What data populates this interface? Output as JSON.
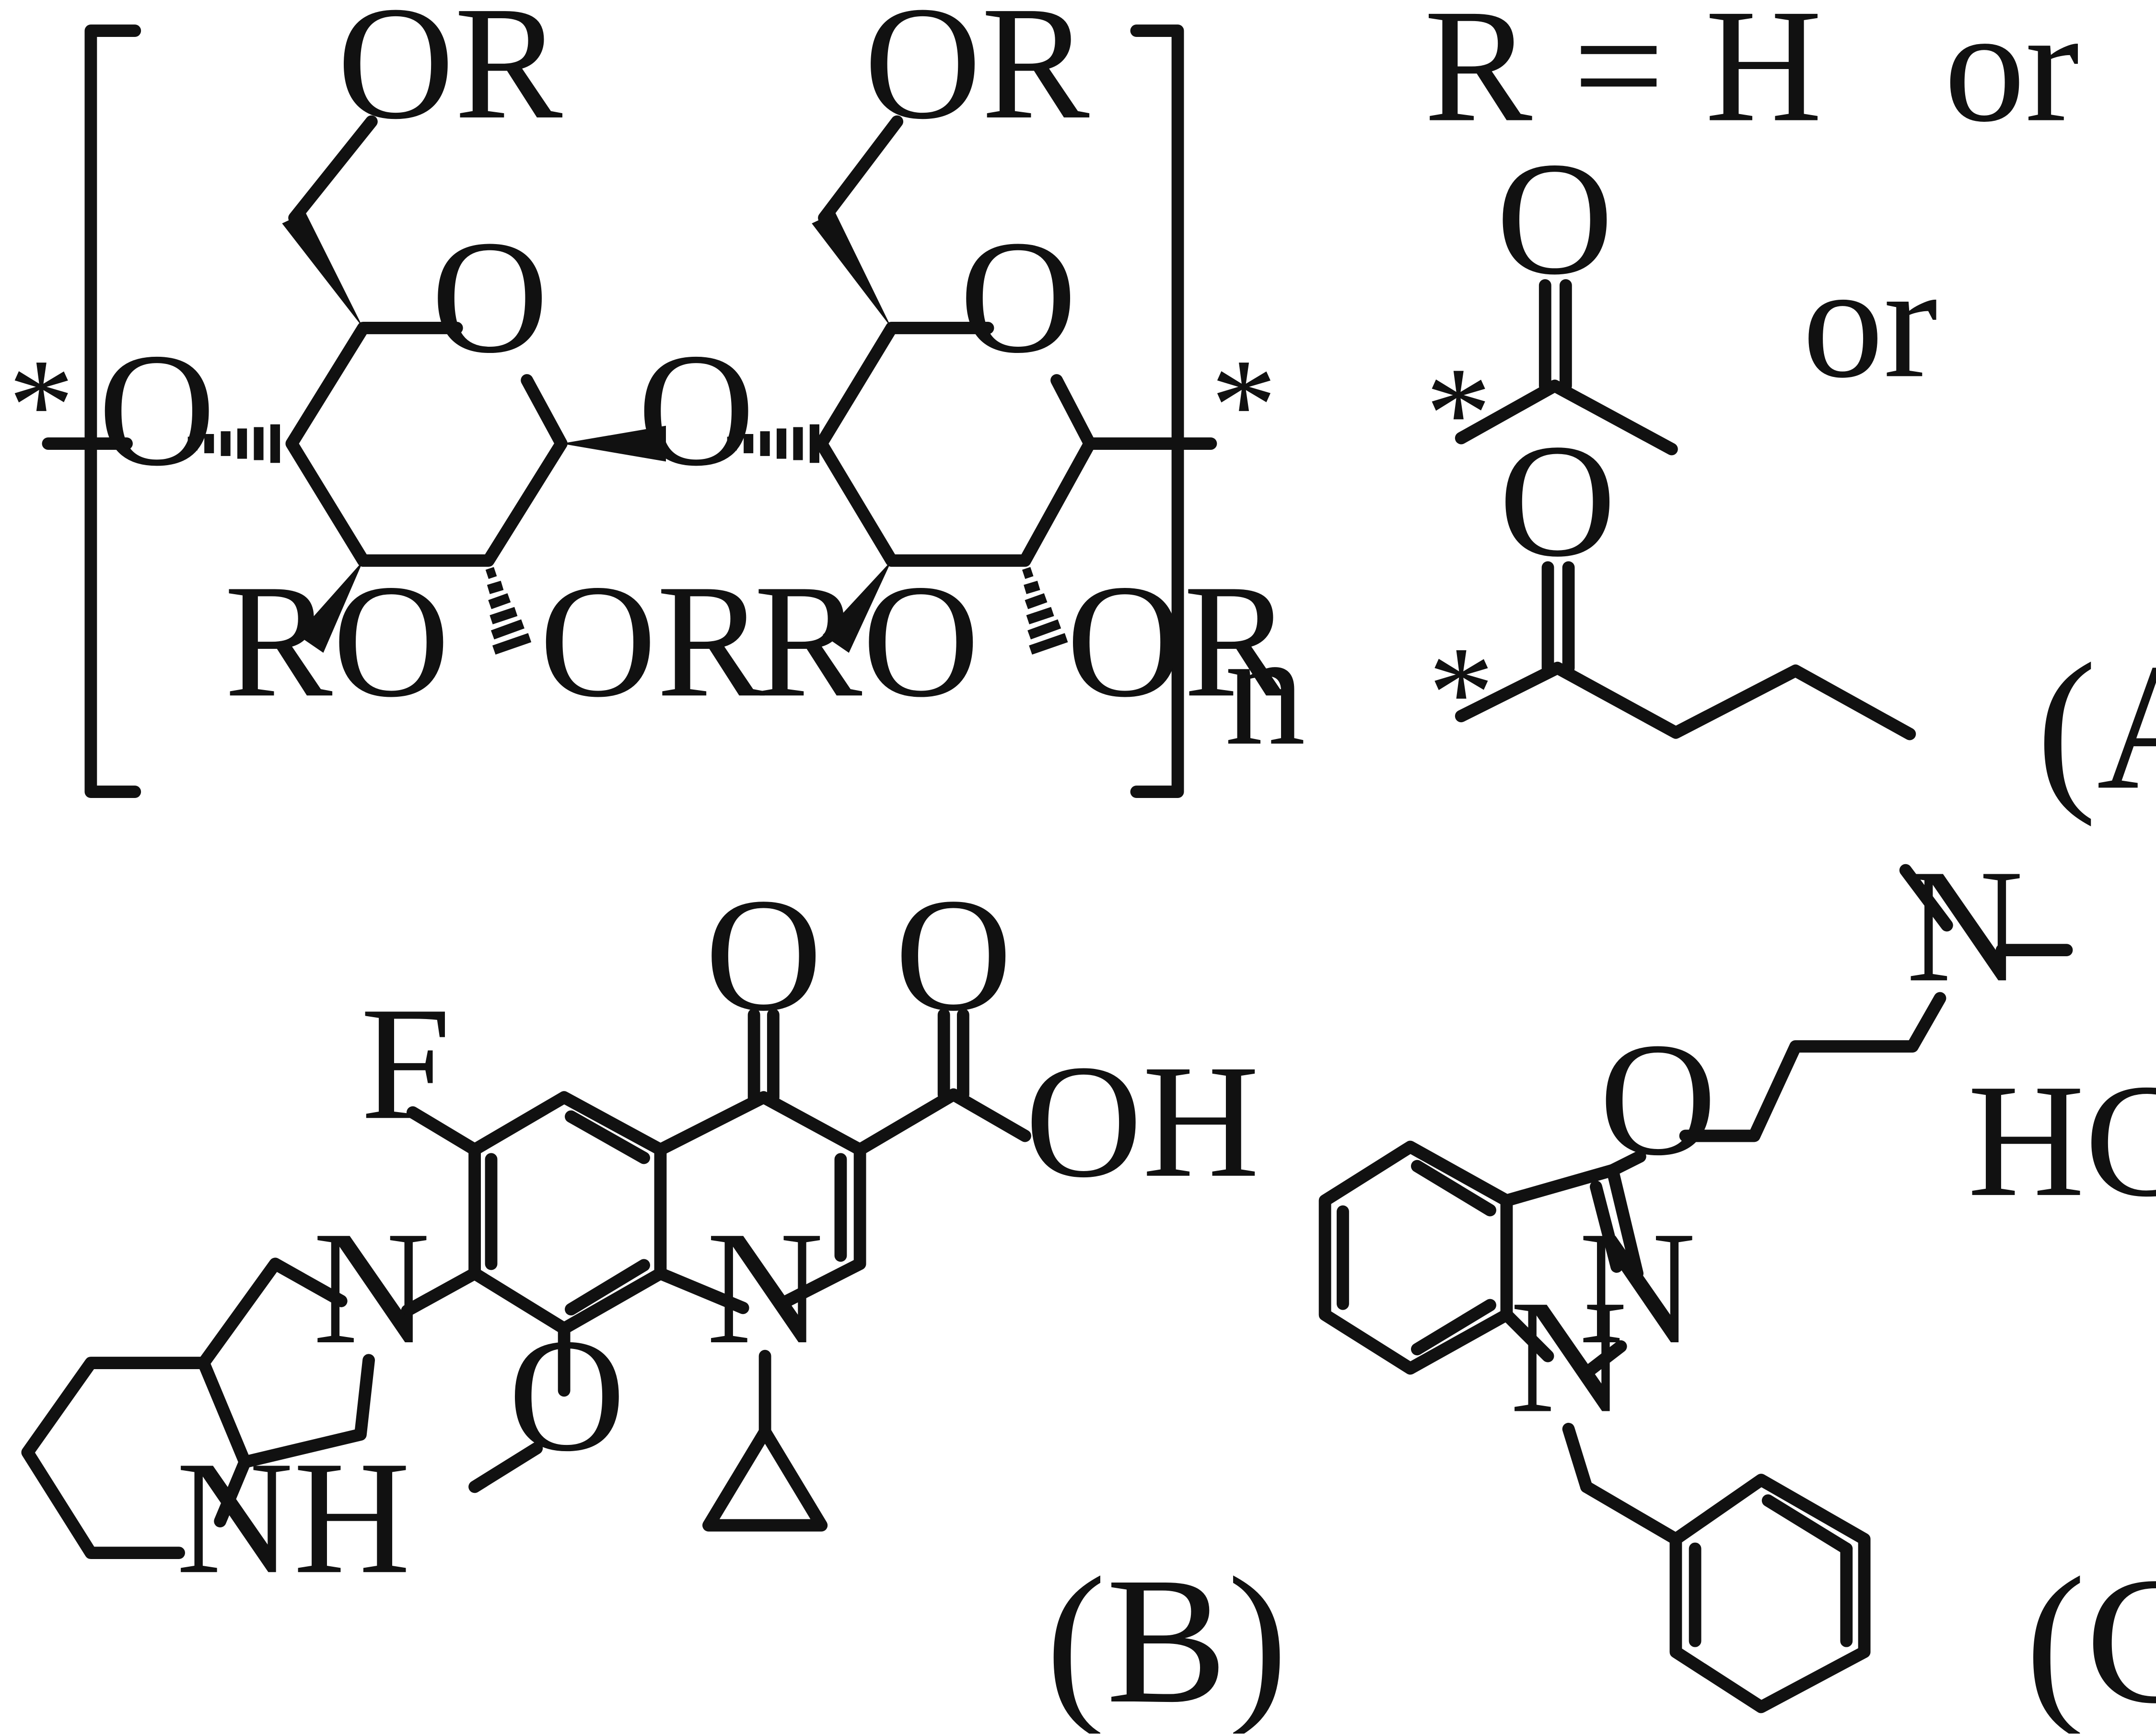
{
  "structure_a": {
    "sub_or": "OR",
    "sub_ro": "RO",
    "ring_o": "O",
    "star": "*",
    "repeat_n": "n",
    "r_def": "R = H   or",
    "or_word": "or",
    "carbonyl_o": "O",
    "panel_label": "(A)"
  },
  "structure_b": {
    "f": "F",
    "o": "O",
    "oh": "OH",
    "n": "N",
    "nh": "NH",
    "panel_label": "(B)"
  },
  "structure_c": {
    "n": "N",
    "o": "O",
    "hcl": "HCl",
    "panel_label": "(C)"
  },
  "colors": {
    "ink": "#111111",
    "background": "#ffffff"
  }
}
